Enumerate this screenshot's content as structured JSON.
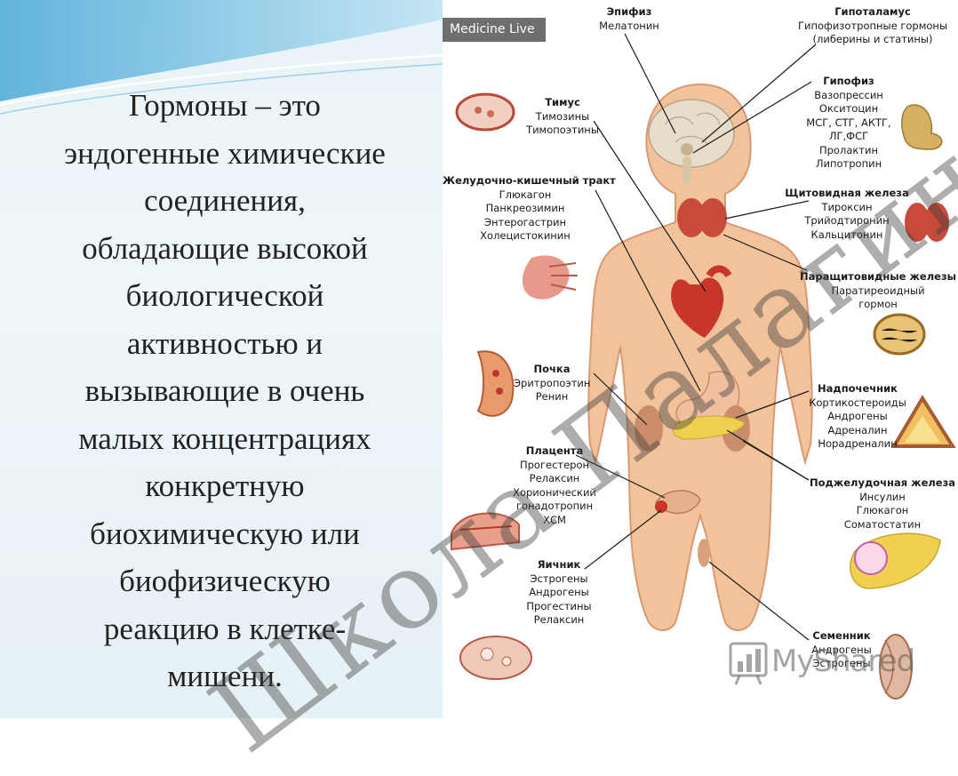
{
  "definition_lines": [
    "Гормоны – это",
    "эндогенные химические",
    "соединения,",
    "обладающие высокой",
    "биологической",
    "активностью и",
    "вызывающие в очень",
    "малых концентрациях",
    "конкретную",
    "биохимическую или",
    "биофизическую",
    "реакцию в клетке-",
    "мишени."
  ],
  "brand": "Medicine Live",
  "watermark": "Школа Палагина",
  "logo_text": "MyShared",
  "glands": {
    "epiphysis": {
      "title": "Эпифиз",
      "hormones": [
        "Мелатонин"
      ]
    },
    "hypothalamus": {
      "title": "Гипоталамус",
      "hormones": [
        "Гипофизотропные гормоны",
        "(либерины и статины)"
      ]
    },
    "pituitary": {
      "title": "Гипофиз",
      "hormones": [
        "Вазопрессин",
        "Окситоцин",
        "МСГ, СТГ, АКТГ,",
        "ЛГ,ФСГ",
        "Пролактин",
        "Липотропин"
      ]
    },
    "thyroid": {
      "title": "Щитовидная железа",
      "hormones": [
        "Тироксин",
        "Трийодтиронин",
        "Кальцитонин"
      ]
    },
    "parathyroid": {
      "title": "Паращитовидные железы",
      "hormones": [
        "Паратиреоидный",
        "гормон"
      ]
    },
    "adrenal": {
      "title": "Надпочечник",
      "hormones": [
        "Кортикостероиды",
        "Андрогены",
        "Адреналин",
        "Норадреналин"
      ]
    },
    "pancreas": {
      "title": "Поджелудочная железа",
      "hormones": [
        "Инсулин",
        "Глюкагон",
        "Соматостатин"
      ]
    },
    "testis": {
      "title": "Семенник",
      "hormones": [
        "Андрогены",
        "Эстрогены"
      ]
    },
    "thymus": {
      "title": "Тимус",
      "hormones": [
        "Тимозины",
        "Тимопоэтины"
      ]
    },
    "gi_tract": {
      "title": "Желудочно-кишечный тракт",
      "hormones": [
        "Глюкагон",
        "Панкреозимин",
        "Энтерогастрин",
        "Холецистокинин"
      ]
    },
    "kidney": {
      "title": "Почка",
      "hormones": [
        "Эритропоэтин",
        "Ренин"
      ]
    },
    "placenta": {
      "title": "Плацента",
      "hormones": [
        "Прогестерон",
        "Релаксин",
        "Хорионический",
        "гонадотропин",
        "ХСМ"
      ]
    },
    "ovary": {
      "title": "Яичник",
      "hormones": [
        "Эстрогены",
        "Андрогены",
        "Прогестины",
        "Релаксин"
      ]
    }
  },
  "colors": {
    "body_skin": "#f2c29a",
    "body_outline": "#d89a74",
    "brain": "#e8dccb",
    "heart": "#c8362a",
    "thyroid": "#c84a3a",
    "pancreas": "#f0d050",
    "panel_bg": "#e9f4f8",
    "swoosh": "#7fc3e6"
  }
}
